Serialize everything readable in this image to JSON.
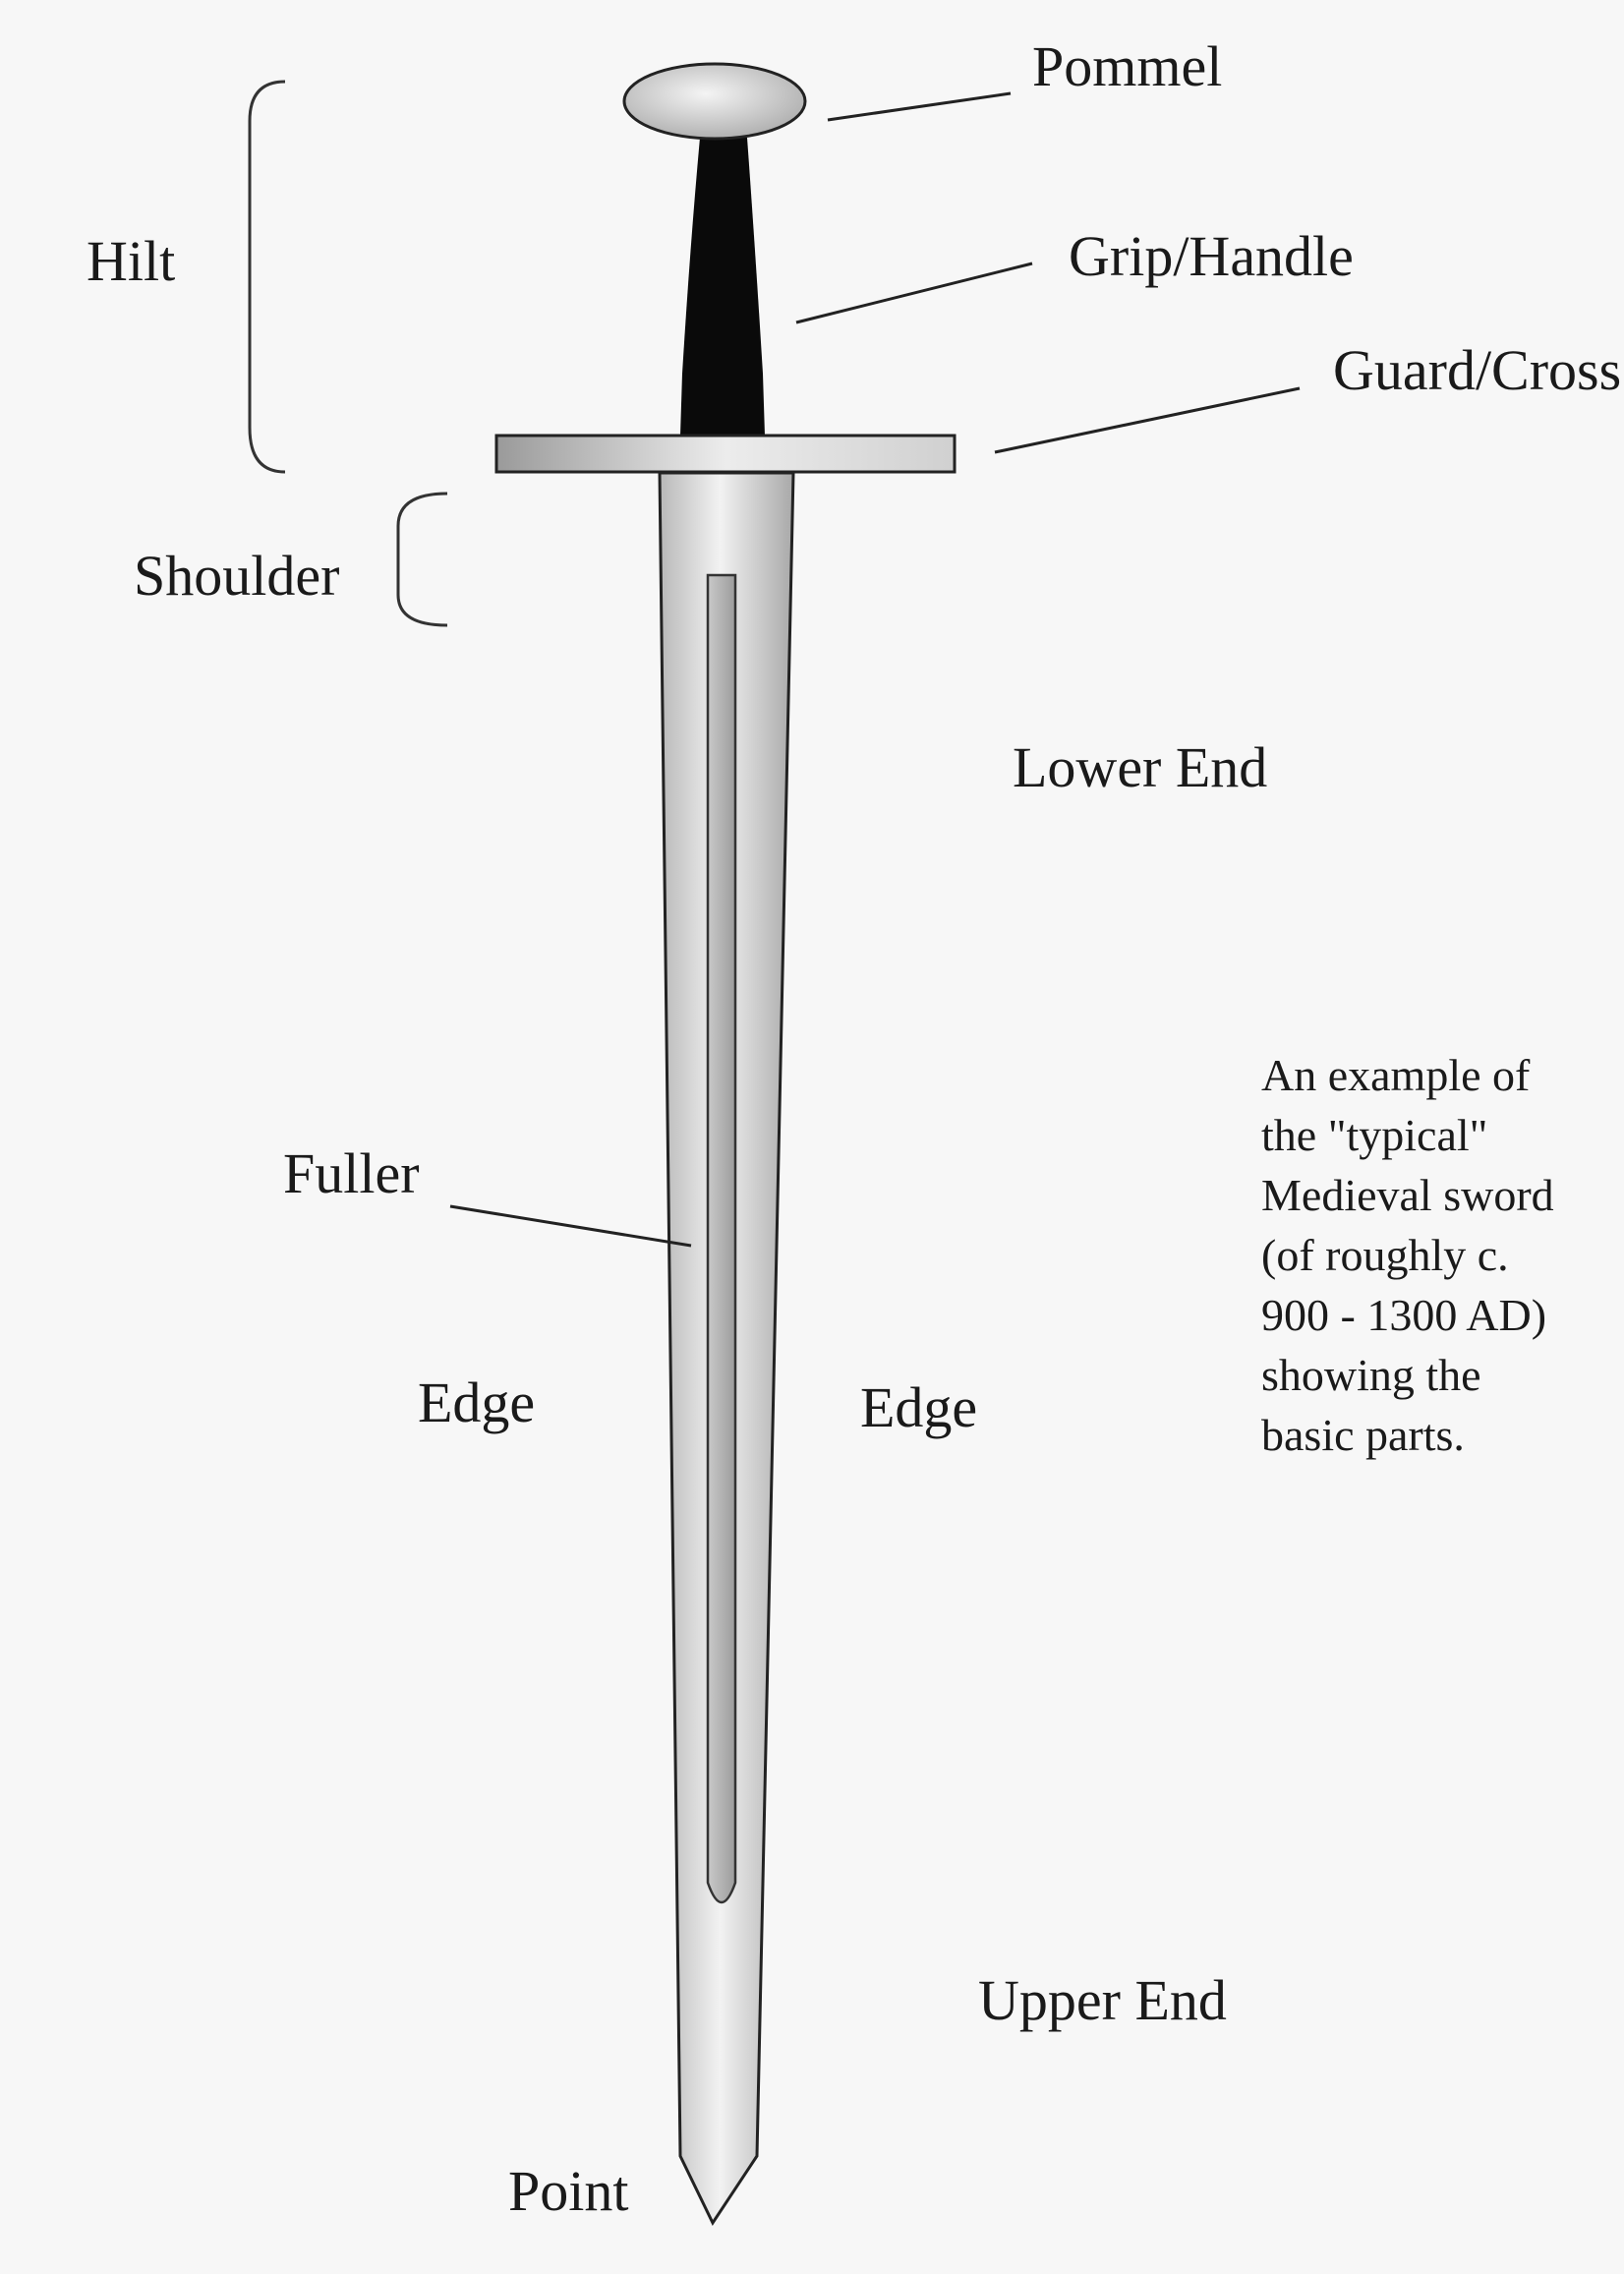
{
  "labels": {
    "pommel": "Pommel",
    "grip": "Grip/Handle",
    "guard": "Guard/Cross",
    "hilt": "Hilt",
    "shoulder": "Shoulder",
    "lower_end": "Lower End",
    "fuller": "Fuller",
    "edge_left": "Edge",
    "edge_right": "Edge",
    "upper_end": "Upper End",
    "point": "Point"
  },
  "note_lines": [
    "An example of",
    "the \"typical\"",
    "Medieval sword",
    "(of roughly c.",
    "900 - 1300 AD)",
    "showing the",
    "basic parts."
  ]
}
